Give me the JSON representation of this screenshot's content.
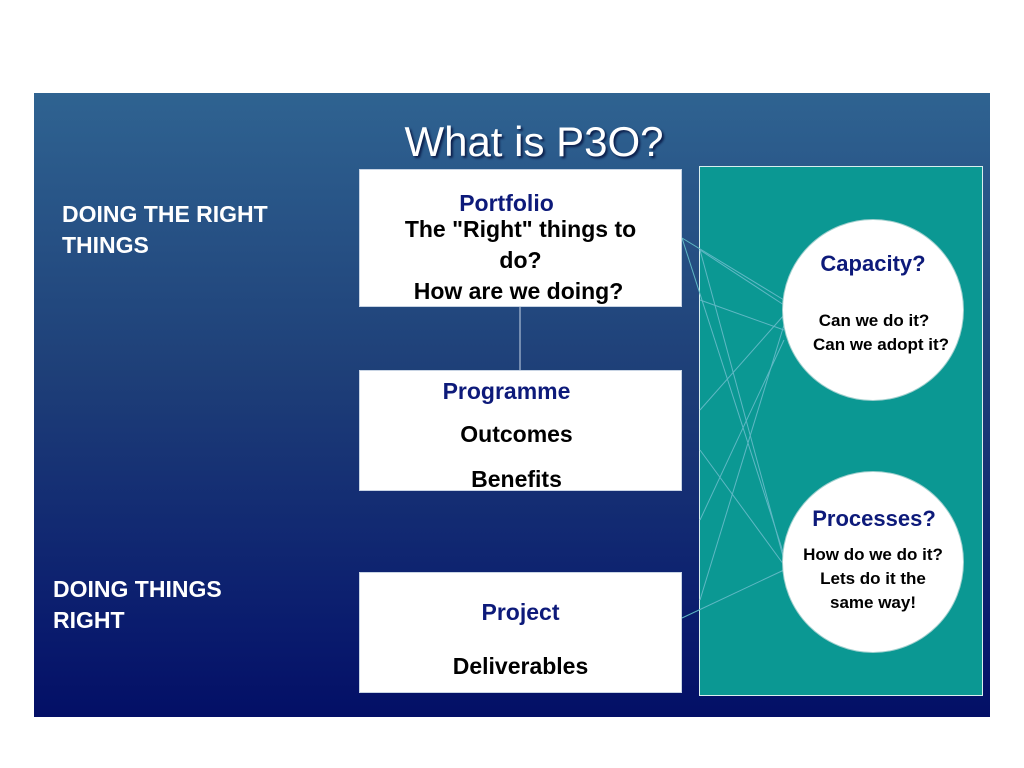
{
  "title": "What is P3O?",
  "left_labels": {
    "top": [
      "DOING THE RIGHT",
      "THINGS"
    ],
    "bottom": [
      "DOING THINGS",
      "RIGHT"
    ]
  },
  "portfolio": {
    "heading": "Portfolio",
    "lines": [
      "The \"Right\" things to",
      "do?",
      "How are we doing?"
    ]
  },
  "programme": {
    "heading": "Programme",
    "lines": [
      "Outcomes",
      "Benefits"
    ]
  },
  "project": {
    "heading": "Project",
    "lines": [
      "Deliverables"
    ]
  },
  "capacity": {
    "heading": "Capacity?",
    "lines": [
      "Can we do it?",
      "Can we adopt it?"
    ]
  },
  "processes": {
    "heading": "Processes?",
    "lines": [
      "How do we do it?",
      "Lets do it the",
      "same way!"
    ]
  },
  "colors": {
    "heading_text": "#0d1a7a",
    "teal_panel": "#0b9893",
    "background_top": "#2f6391",
    "background_bottom": "#030f66"
  }
}
